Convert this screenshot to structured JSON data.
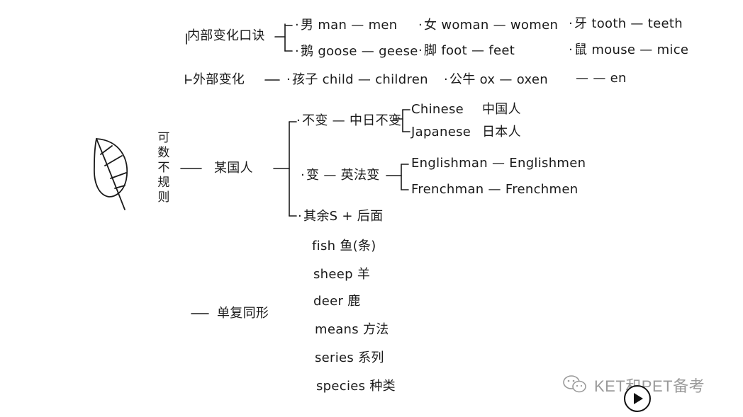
{
  "sections": {
    "internal_label": "内部变化口诀",
    "external_label": "外部变化",
    "country_label": "某国人",
    "same_label": "单复同形",
    "root_label": "可数不规则"
  },
  "internal": {
    "row1": [
      "男 man — men",
      "女 woman — women",
      "牙 tooth — teeth"
    ],
    "row2": [
      "鹅 goose — geese",
      "脚 foot — feet",
      "鼠 mouse — mice"
    ]
  },
  "external": {
    "item1": "孩子 child — children",
    "item2": "公牛 ox — oxen",
    "suffix": "— — en"
  },
  "country": {
    "unchanged_label": "不变 — 中日不变",
    "unchanged_items": [
      "Chinese",
      "Japanese"
    ],
    "unchanged_cn": [
      "中国人",
      "日本人"
    ],
    "changed_label": "变 — 英法变",
    "changed_items": [
      "Englishman — Englishmen",
      "Frenchman — Frenchmen"
    ],
    "others_label": "其余S + 后面"
  },
  "same_form": [
    "fish 鱼(条)",
    "sheep 羊",
    "deer 鹿",
    "means 方法",
    "series 系列",
    "species 种类"
  ],
  "watermark": {
    "text": "KET和PET备考",
    "icon": "wechat-icon"
  },
  "icons": {
    "leaf": "leaf-icon",
    "play": "play-icon"
  }
}
